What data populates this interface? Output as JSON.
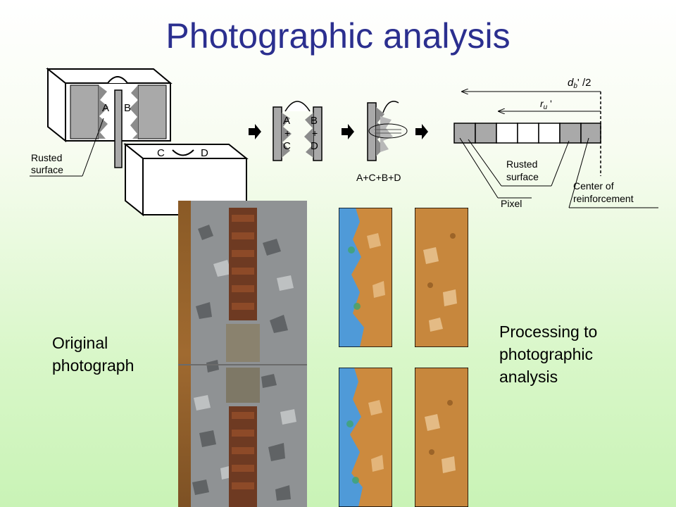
{
  "slide": {
    "title": "Photographic analysis"
  },
  "diagram": {
    "label_a": "A",
    "label_b": "B",
    "label_c": "C",
    "label_d": "D",
    "rusted_surface_line1": "Rusted",
    "rusted_surface_line2": "surface",
    "middle_a": "A",
    "middle_plus1": "+",
    "middle_c": "C",
    "middle_b": "B",
    "middle_plus2": "+",
    "middle_d": "D",
    "combined_label": "A+C+B+D",
    "db_label_d": "d",
    "db_label_sub": "b",
    "db_label_rest": "' /2",
    "ru_label_r": "r",
    "ru_label_sub": "u",
    "ru_label_rest": " '",
    "pixel_label": "Pixel",
    "strip_rusted_line1": "Rusted",
    "strip_rusted_line2": "surface",
    "center_line1": "Center of",
    "center_line2": "reinforcement"
  },
  "captions": {
    "original_line1": "Original",
    "original_line2": "photograph",
    "processing_line1": "Processing to",
    "processing_line2": "photographic",
    "processing_line3": "analysis"
  }
}
